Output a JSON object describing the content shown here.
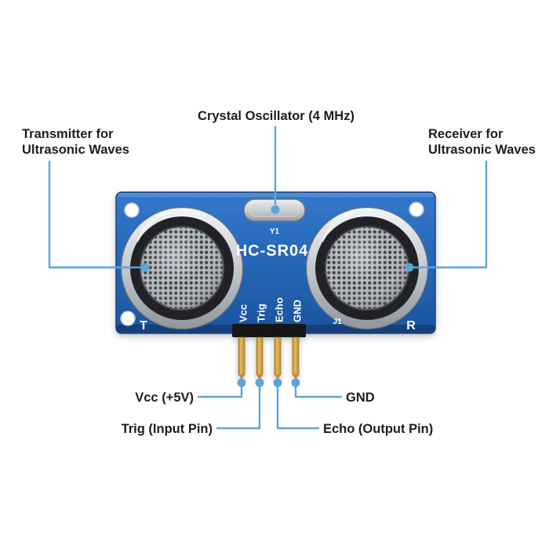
{
  "diagram": {
    "board": {
      "name": "HC-SR04",
      "crystal_ref": "Y1",
      "connector_ref": "J1",
      "transmitter_mark": "T",
      "receiver_mark": "R",
      "pin_labels": [
        "Vcc",
        "Trig",
        "Echo",
        "GND"
      ]
    },
    "annotations": {
      "crystal": "Crystal Oscillator (4 MHz)",
      "transmitter": [
        "Transmitter for",
        "Ultrasonic Waves"
      ],
      "receiver": [
        "Receiver for",
        "Ultrasonic Waves"
      ],
      "vcc": "Vcc (+5V)",
      "trig": "Trig (Input Pin)",
      "echo": "Echo (Output Pin)",
      "gnd": "GND"
    },
    "colors": {
      "leader": "#58a6d8",
      "board": "#2265b4",
      "label_text": "#1d1d1d"
    }
  }
}
